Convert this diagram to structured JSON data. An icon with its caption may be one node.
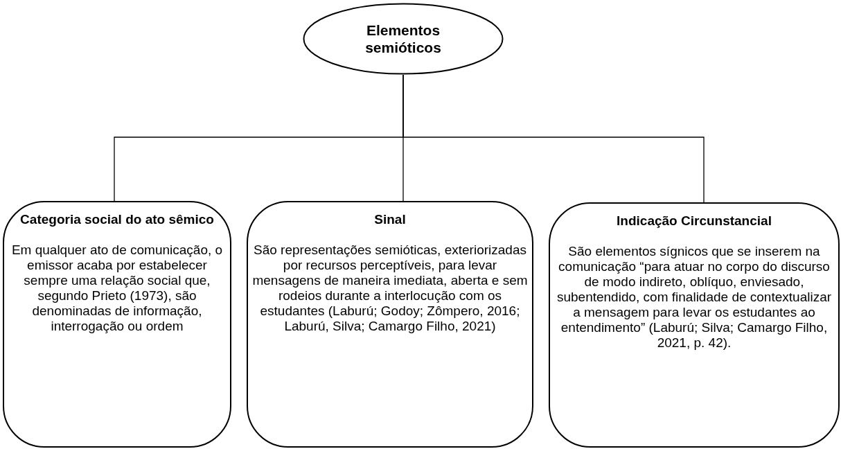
{
  "diagram": {
    "nodes": [
      {
        "text": [
          "Elementos semióticos"
        ]
      },
      {
        "text": [
          "Categoria social do ato sêmico",
          "Em qualquer ato de comunicação, o emissor acaba por estabelecer sempre uma relação social que, segundo Prieto (1973), são denominadas de informação, interrogação ou ordem"
        ]
      },
      {
        "text": [
          "Sinal",
          "São representações semióticas, exteriorizadas por recursos perceptíveis, para levar mensagens de maneira imediata, aberta e sem rodeios durante a interlocução com os estudantes (Laburú; Godoy; Zômpero, 2016; Laburú, Silva; Camargo Filho, 2021)"
        ]
      },
      {
        "text": [
          "Indicação Circunstancial",
          "São elementos sígnicos que se inserem na comunicação “para atuar no corpo do discurso de modo indireto, oblíquo, enviesado, subentendido, com finalidade de contextualizar a mensagem para levar os estudantes ao entendimento” (Laburú; Silva; Camargo Filho, 2021, p. 42)."
        ]
      }
    ],
    "edges": [
      {
        "from": 0,
        "to": 1,
        "arrow": "none"
      },
      {
        "from": 0,
        "to": 2,
        "arrow": "none"
      },
      {
        "from": 0,
        "to": 3,
        "arrow": "none"
      }
    ]
  }
}
